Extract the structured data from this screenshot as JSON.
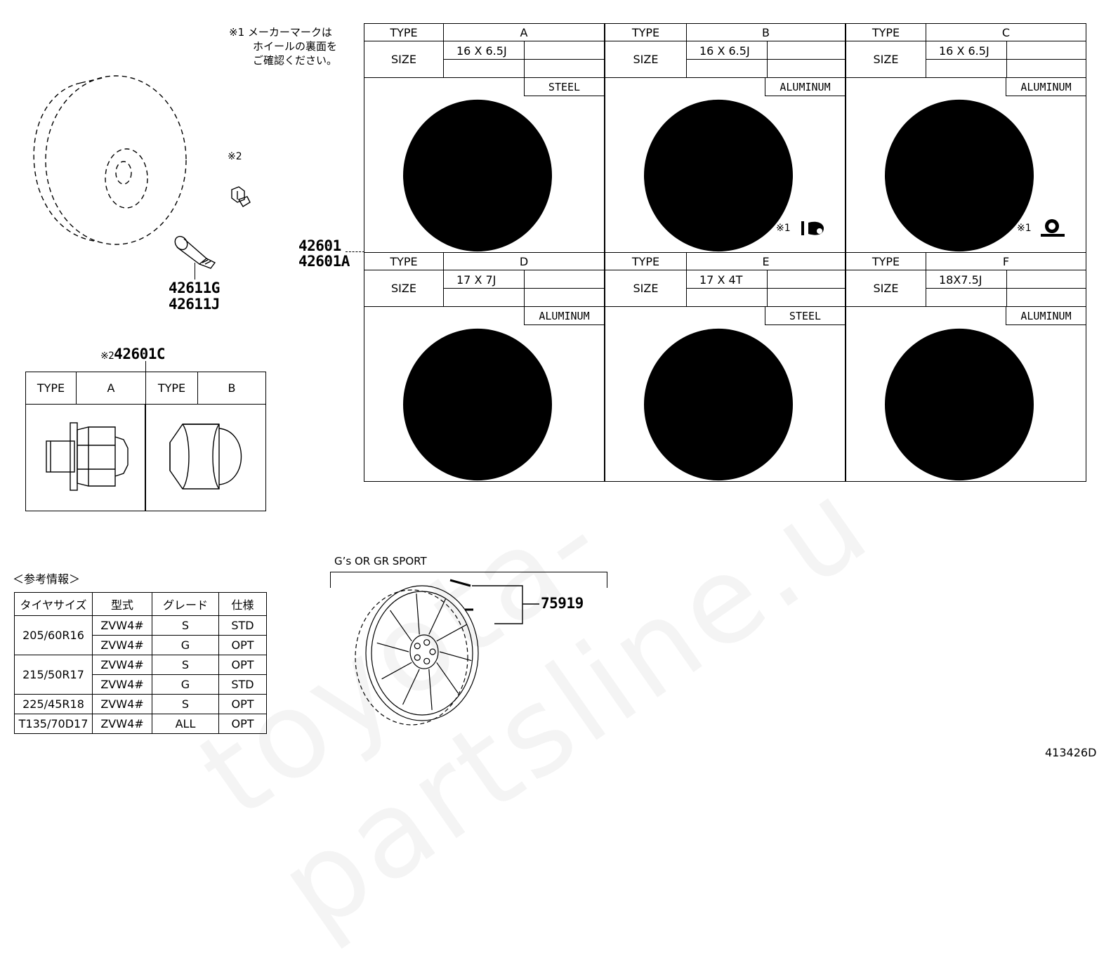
{
  "notes": {
    "maker_mark": [
      "※1 メーカーマークは",
      "ホイールの裏面を",
      "ご確認ください。"
    ],
    "mark_2": "※2",
    "mark_1": "※1",
    "nut_ref": "※2"
  },
  "parts": {
    "wheel": [
      "42601",
      "42601A"
    ],
    "valve": [
      "42611G",
      "42611J"
    ],
    "nut": "42601C",
    "ornament": "75919"
  },
  "wheel_table": {
    "type_label": "TYPE",
    "size_label": "SIZE",
    "wheels": [
      {
        "type": "A",
        "size": "16 X 6.5J",
        "material": "STEEL",
        "mark": ""
      },
      {
        "type": "B",
        "size": "16 X 6.5J",
        "material": "ALUMINUM",
        "mark": "※1"
      },
      {
        "type": "C",
        "size": "16 X 6.5J",
        "material": "ALUMINUM",
        "mark": "※1"
      },
      {
        "type": "D",
        "size": "17 X 7J",
        "material": "ALUMINUM",
        "mark": ""
      },
      {
        "type": "E",
        "size": "17 X 4T",
        "material": "STEEL",
        "mark": ""
      },
      {
        "type": "F",
        "size": "18X7.5J",
        "material": "ALUMINUM",
        "mark": ""
      }
    ]
  },
  "nut_table": {
    "type_label": "TYPE",
    "types": [
      "A",
      "B"
    ]
  },
  "gs_label": "G’s OR GR SPORT",
  "reference": {
    "title": "＜参考情報＞",
    "headers": [
      "タイヤサイズ",
      "型式",
      "グレード",
      "仕様"
    ],
    "rows": [
      {
        "tire": "205/60R16",
        "model": "ZVW4#",
        "grade": "S",
        "spec": "STD"
      },
      {
        "tire": "",
        "model": "ZVW4#",
        "grade": "G",
        "spec": "OPT"
      },
      {
        "tire": "215/50R17",
        "model": "ZVW4#",
        "grade": "S",
        "spec": "OPT"
      },
      {
        "tire": "",
        "model": "ZVW4#",
        "grade": "G",
        "spec": "STD"
      },
      {
        "tire": "225/45R18",
        "model": "ZVW4#",
        "grade": "S",
        "spec": "OPT"
      },
      {
        "tire": "T135/70D17",
        "model": "ZVW4#",
        "grade": "ALL",
        "spec": "OPT"
      }
    ]
  },
  "diagram_id": "413426D"
}
